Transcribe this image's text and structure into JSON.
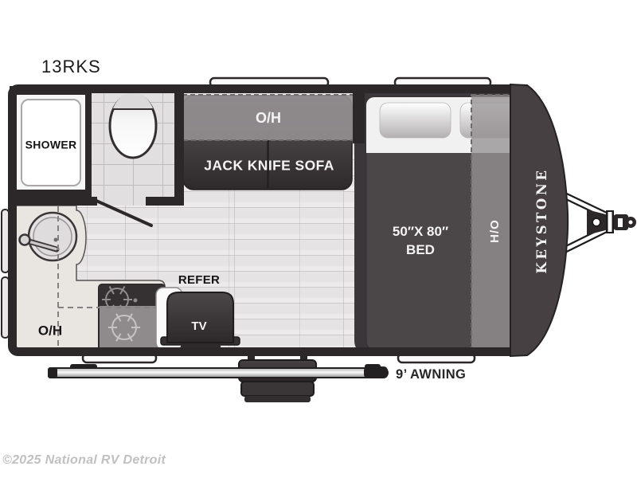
{
  "labels": {
    "model": "13RKS",
    "shower": "SHOWER",
    "sofa_overhead": "O/H",
    "sofa": "JACK KNIFE SOFA",
    "bed_size": "50″X 80″",
    "bed": "BED",
    "hutch_overhead": "H/O",
    "brand": "KEYSTONE",
    "refrigerator": "REFER",
    "tv": "TV",
    "kitchen_overhead": "O/H",
    "awning": "9’ AWNING",
    "watermark": "©2025 National RV Detroit"
  },
  "colors": {
    "wall": "#2c282a",
    "wood_floor": "#e9e7e8",
    "tile_floor": "#e1dfe0",
    "counter": "#e9e6e2",
    "dark_furniture": "#3a3537",
    "overhead_band": "#918d8f",
    "front_cap": "#464043",
    "label_white": "#f5f4f5"
  }
}
